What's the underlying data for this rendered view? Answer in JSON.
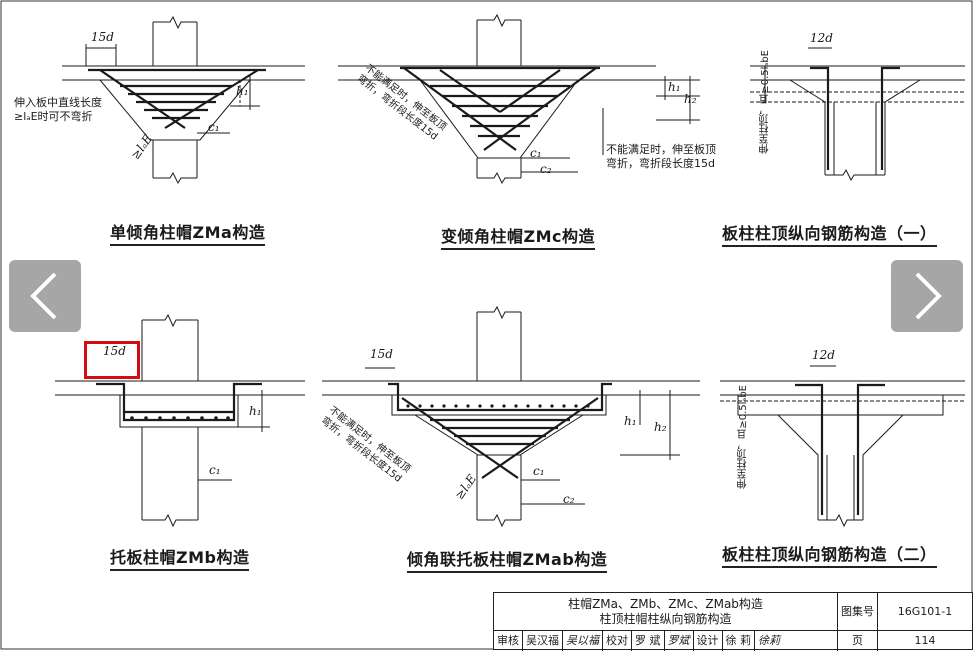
{
  "captions": {
    "zma": "单倾角柱帽ZMa构造",
    "zmc": "变倾角柱帽ZMc构造",
    "slab1": "板柱柱顶纵向钢筋构造（一）",
    "zmb": "托板柱帽ZMb构造",
    "zmab": "倾角联托板柱帽ZMab构造",
    "slab2": "板柱柱顶纵向钢筋构造（二）"
  },
  "notes": {
    "straight": [
      "伸入板中直线长度",
      "≥lₐE时可不弯折"
    ],
    "bend_right": [
      "不能满足时，伸至板顶",
      "弯折，弯折段长度15d"
    ],
    "bend_left_top": [
      "不能满足时，伸至板顶",
      "弯折，弯折段长度15d"
    ],
    "bend_left_bottom": [
      "不能满足时，伸至板顶",
      "弯折，弯折段长度15d"
    ],
    "slab_top_1": "伸至柱顶，且≥0.5lₐbE",
    "slab_top_2": "伸至柱顶，且≥0.5lₐbE"
  },
  "dims": {
    "d15_a": "15d",
    "d15_b": "15d",
    "d15_c": "15d",
    "d12_a": "12d",
    "d12_b": "12d",
    "h1": "h₁",
    "h2": "h₂",
    "c1": "c₁",
    "c2": "c₂",
    "lae": "≥lₐE"
  },
  "title_block": {
    "title_line1": "柱帽ZMa、ZMb、ZMc、ZMab构造",
    "title_line2": "柱顶柱帽柱纵向钢筋构造",
    "atlas_label": "图集号",
    "atlas_value": "16G101-1",
    "page_label": "页",
    "page_value": "114",
    "review_label": "审核",
    "review_name": "吴汉福",
    "review_sign": "吴以福",
    "check_label": "校对",
    "check_name": "罗 斌",
    "check_sign": "罗斌",
    "design_label": "设计",
    "design_name": "徐 莉",
    "design_sign": "徐莉"
  },
  "colors": {
    "highlight": "#d01010",
    "nav_bg": "#969696",
    "line": "#1a1a1a"
  },
  "icons": {
    "prev": "chevron-left-icon",
    "next": "chevron-right-icon"
  }
}
